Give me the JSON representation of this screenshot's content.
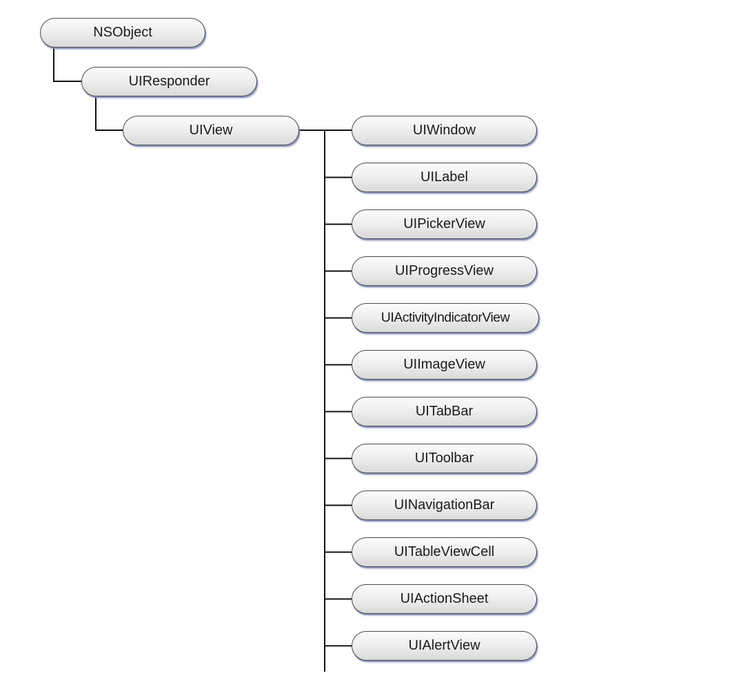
{
  "diagram": {
    "root": "NSObject",
    "level1": "UIResponder",
    "level2": "UIView",
    "subclasses": [
      "UIWindow",
      "UILabel",
      "UIPickerView",
      "UIProgressView",
      "UIActivityIndicatorView",
      "UIImageView",
      "UITabBar",
      "UIToolbar",
      "UINavigationBar",
      "UITableViewCell",
      "UIActionSheet",
      "UIAlertView"
    ]
  }
}
